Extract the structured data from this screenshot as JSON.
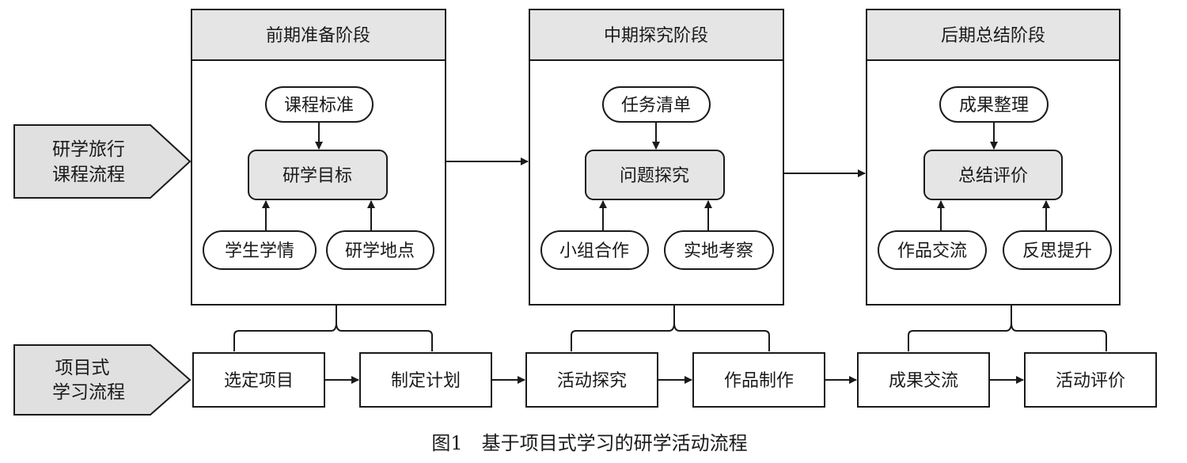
{
  "left_labels": {
    "course": [
      "研学旅行",
      "课程流程"
    ],
    "project": [
      "项目式",
      "学习流程"
    ]
  },
  "stages": [
    {
      "title": "前期准备阶段",
      "top": "课程标准",
      "center": "研学目标",
      "bottom_left": "学生学情",
      "bottom_right": "研学地点"
    },
    {
      "title": "中期探究阶段",
      "top": "任务清单",
      "center": "问题探究",
      "bottom_left": "小组合作",
      "bottom_right": "实地考察"
    },
    {
      "title": "后期总结阶段",
      "top": "成果整理",
      "center": "总结评价",
      "bottom_left": "作品交流",
      "bottom_right": "反思提升"
    }
  ],
  "steps": [
    "选定项目",
    "制定计划",
    "活动探究",
    "作品制作",
    "成果交流",
    "活动评价"
  ],
  "caption": "图1　基于项目式学习的研学活动流程",
  "colors": {
    "header_fill": "#e5e5e5",
    "center_fill": "#e5e5e5",
    "side_fill": "#e0e0e0",
    "stroke": "#1a1a1a"
  }
}
